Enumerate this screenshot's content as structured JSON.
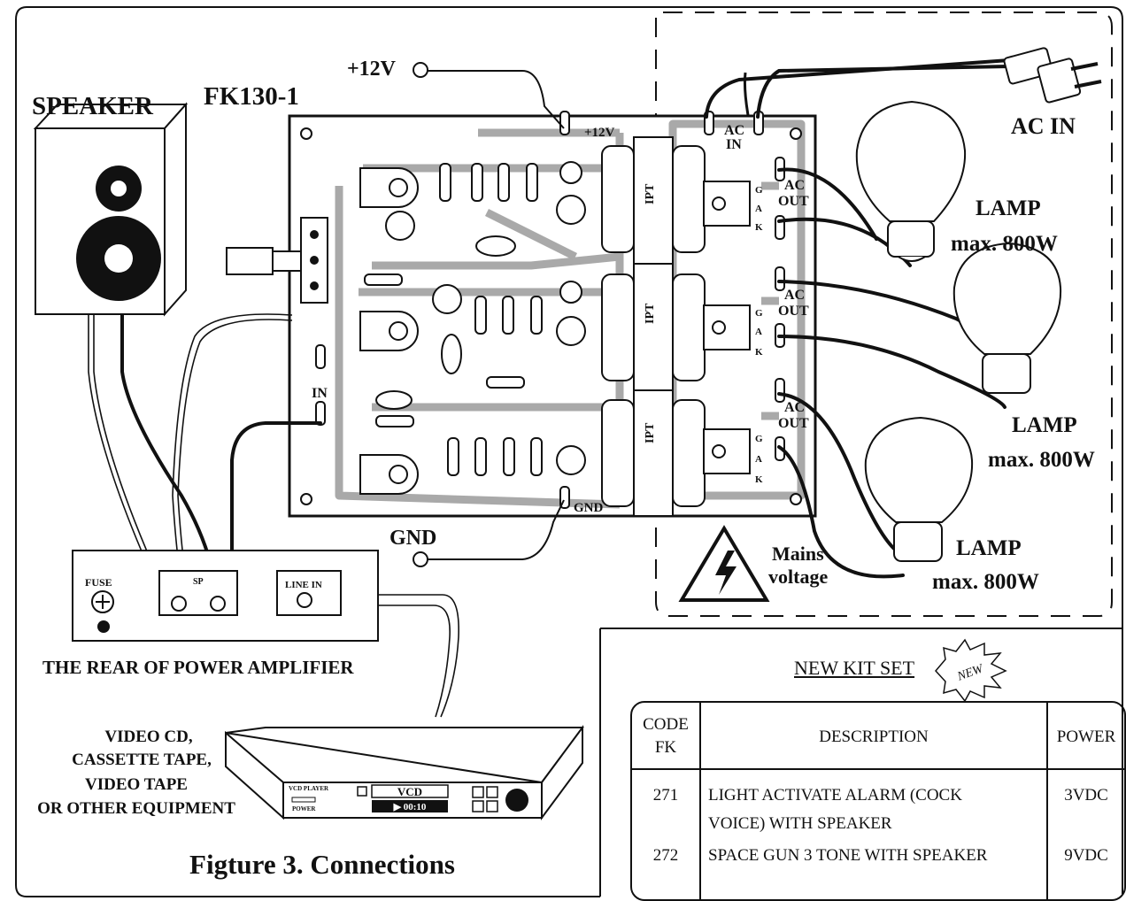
{
  "labels": {
    "speaker": "SPEAKER",
    "board_name": "FK130-1",
    "plus12v": "+12V",
    "plus12v_pcb": "+12V",
    "gnd": "GND",
    "gnd_pcb": "GND",
    "input": "IN",
    "ac_in_pcb": [
      "AC",
      "IN"
    ],
    "ac_in": "AC IN",
    "ac_out": [
      "AC",
      "OUT"
    ],
    "triac_pins": [
      "G",
      "A",
      "K"
    ],
    "transformer": "IPT",
    "lamp_label": "LAMP",
    "lamp_rating": "max. 800W",
    "mains_warning": [
      "Mains",
      "voltage"
    ],
    "fuse": "FUSE",
    "sp": "SP",
    "line_in": "LINE IN",
    "amp_rear": "THE REAR OF POWER AMPLIFIER",
    "sources": [
      "VIDEO CD,",
      "CASSETTE TAPE,",
      "VIDEO TAPE",
      "OR OTHER EQUIPMENT"
    ],
    "vcd_player": "VCD PLAYER",
    "vcd_power": "POWER",
    "vcd_display": "VCD",
    "vcd_time": "▶ 00:10",
    "caption": "Figture 3. Connections"
  },
  "kit_set": {
    "title": "NEW KIT SET",
    "badge": "NEW",
    "headers": {
      "code": [
        "CODE",
        "FK"
      ],
      "description": "DESCRIPTION",
      "power": "POWER"
    },
    "rows": [
      {
        "code": "271",
        "description": [
          "LIGHT ACTIVATE ALARM (COCK",
          "VOICE) WITH SPEAKER"
        ],
        "power": "3VDC"
      },
      {
        "code": "272",
        "description": [
          "SPACE GUN 3 TONE WITH SPEAKER"
        ],
        "power": "9VDC"
      }
    ]
  },
  "colors": {
    "ink": "#111111",
    "pcb_trace": "#a9a9a9",
    "board": "#ffffff"
  }
}
